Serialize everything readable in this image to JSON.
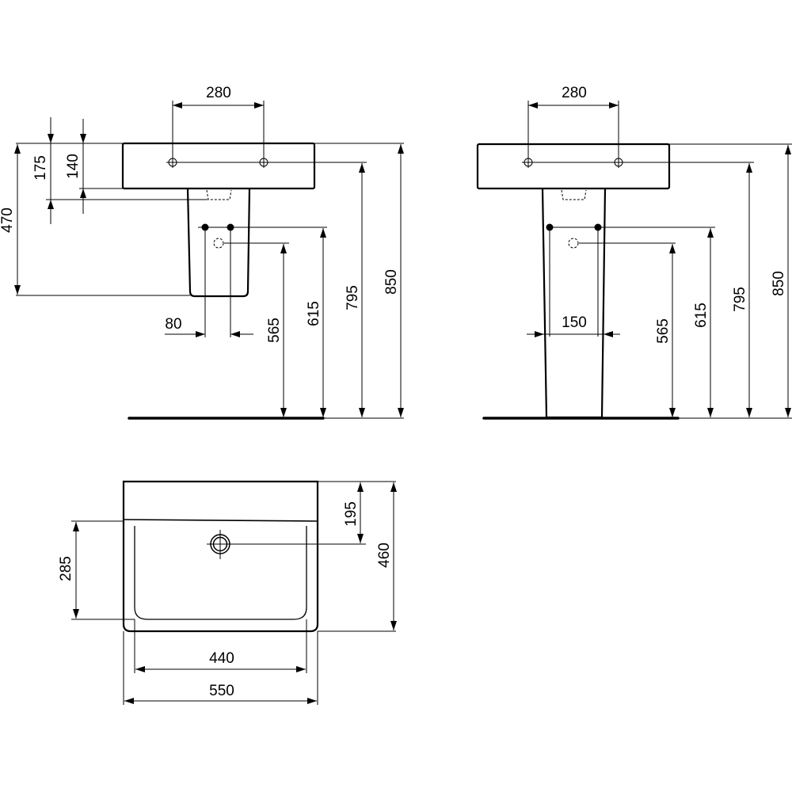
{
  "side_view_wall_hung": {
    "tap_hole_spacing": "280",
    "top_to_fixing": "175",
    "basin_thickness": "140",
    "pedestal_height": "470",
    "supply_spacing": "80",
    "waste_height": "565",
    "supply_height": "615",
    "tap_height": "795",
    "rim_height": "850"
  },
  "side_view_pedestal": {
    "tap_hole_spacing": "280",
    "pedestal_width": "150",
    "waste_height": "565",
    "supply_height": "615",
    "tap_height": "795",
    "rim_height": "850"
  },
  "plan_view": {
    "tap_to_back": "195",
    "depth": "460",
    "bowl_depth": "285",
    "bowl_width": "440",
    "width": "550"
  }
}
